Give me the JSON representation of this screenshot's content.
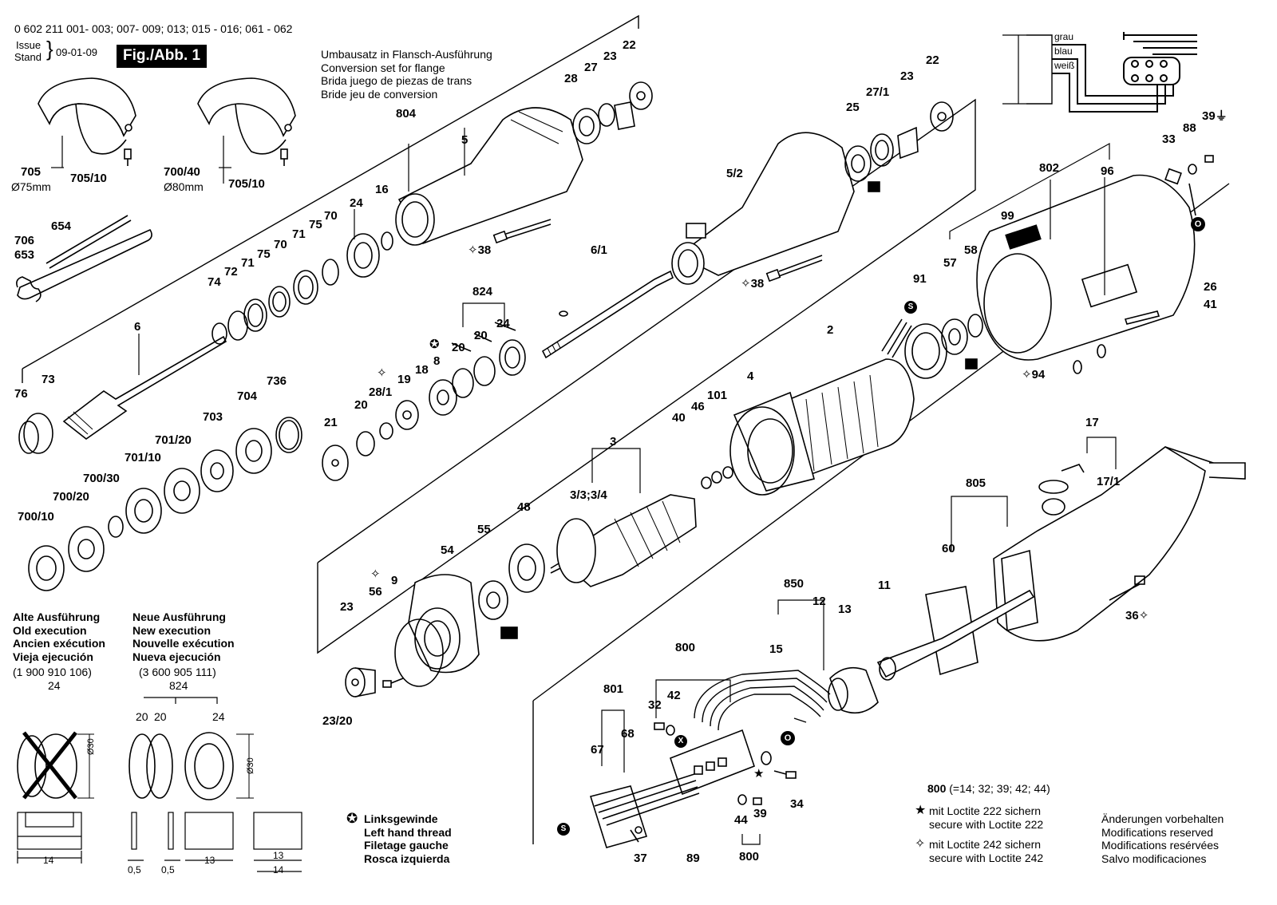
{
  "header": {
    "part_numbers": "0 602 211 001- 003; 007- 009; 013; 015 - 016; 061 - 062",
    "issue_label": "Issue",
    "stand_label": "Stand",
    "issue_date": "09-01-09",
    "figure_label": "Fig./Abb. 1"
  },
  "conversion_set": {
    "lines": [
      "Umbausatz in Flansch-Ausführung",
      "Conversion set for flange",
      "Brida juego de piezas de trans",
      "Bride jeu de conversion"
    ]
  },
  "wiring": {
    "wires": [
      "grau",
      "blau",
      "weiß"
    ]
  },
  "guards": {
    "guard_1": "705",
    "guard_1_size": "Ø75mm",
    "guard_1_screw": "705/10",
    "guard_2": "700/40",
    "guard_2_size": "Ø80mm",
    "guard_2_screw": "705/10"
  },
  "part_labels": {
    "p804": "804",
    "p5": "5",
    "p28": "28",
    "p27": "27",
    "p23a": "23",
    "p22a": "22",
    "p25": "25",
    "p27_1": "27/1",
    "p23b": "23",
    "p22b": "22",
    "p5_2": "5/2",
    "p16": "16",
    "p24": "24",
    "p70a": "70",
    "p75a": "75",
    "p71a": "71",
    "p70b": "70",
    "p75b": "75",
    "p71b": "71",
    "p72": "72",
    "p74": "74",
    "p6": "6",
    "p706": "706",
    "p653": "653",
    "p654": "654",
    "p76": "76",
    "p73": "73",
    "p38a": "38",
    "p38b": "38",
    "p6_1": "6/1",
    "p824": "824",
    "p20a": "20",
    "p20b": "20",
    "p24b": "24",
    "p8": "8",
    "p18": "18",
    "p19": "19",
    "p28_1": "28/1",
    "p21": "21",
    "p20c": "20",
    "p736": "736",
    "p704": "704",
    "p703": "703",
    "p701_20": "701/20",
    "p701_10": "701/10",
    "p700_30": "700/30",
    "p700_20": "700/20",
    "p700_10": "700/10",
    "p802": "802",
    "p96": "96",
    "p99": "99",
    "p33": "33",
    "p88": "88",
    "p39a": "39",
    "p58": "58",
    "p57": "57",
    "p91": "91",
    "p26": "26",
    "p41": "41",
    "p94": "94",
    "p2": "2",
    "p4": "4",
    "p101": "101",
    "p46": "46",
    "p40": "40",
    "p3": "3",
    "p3_3": "3/3;3/4",
    "p48": "48",
    "p55": "55",
    "p54": "54",
    "p9": "9",
    "p56": "56",
    "p23c": "23",
    "p23_20": "23/20",
    "p17": "17",
    "p17_1": "17/1",
    "p805": "805",
    "p60": "60",
    "p36": "36",
    "p850": "850",
    "p12": "12",
    "p13": "13",
    "p11": "11",
    "p15": "15",
    "p800a": "800",
    "p32": "32",
    "p42": "42",
    "p801": "801",
    "p67": "67",
    "p68": "68",
    "p37": "37",
    "p89": "89",
    "p44": "44",
    "p39b": "39",
    "p800b": "800",
    "p34": "34"
  },
  "execution": {
    "old": [
      "Alte Ausführung",
      "Old execution",
      "Ancien exécution",
      "Vieja ejecución"
    ],
    "old_number": "(1 900 910 106)",
    "old_part": "24",
    "new": [
      "Neue Ausführung",
      "New execution",
      "Nouvelle exécution",
      "Nueva ejecución"
    ],
    "new_number": "(3 600 905 111)",
    "new_part": "824",
    "new_sub": [
      "20",
      "20",
      "24"
    ],
    "dim_d30": "Ø30",
    "dim_14": "14",
    "dim_13": "13",
    "dim_05": "0,5"
  },
  "notes": {
    "left_hand": [
      "Linksgewinde",
      "Left hand thread",
      "Filetage gauche",
      "Rosca izquierda"
    ],
    "set_800_bold": "800",
    "set_800_rest": " (=14; 32; 39; 42; 44)",
    "loctite222": [
      "mit Loctite 222 sichern",
      "secure with Loctite 222"
    ],
    "loctite242": [
      "mit Loctite 242 sichern",
      "secure with Loctite 242"
    ],
    "modifications": [
      "Änderungen vorbehalten",
      "Modifications reserved",
      "Modifications resérvées",
      "Salvo modificaciones"
    ]
  },
  "markers": {
    "s": "S",
    "o": "O",
    "x": "X"
  }
}
